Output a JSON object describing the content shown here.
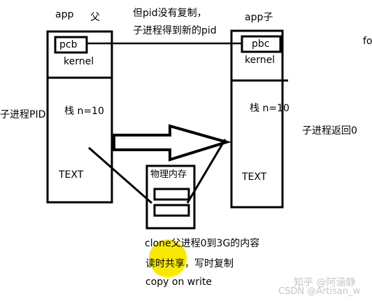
{
  "parent": {
    "title": "app",
    "label_fu": "父",
    "pcb": "pcb",
    "kernel": "kernel",
    "pid_note": "子进程PID",
    "stack": "栈 n=10",
    "text": "TEXT"
  },
  "child": {
    "title": "app子",
    "pcb": "pbc",
    "kernel": "kernel",
    "stack": "栈 n=10",
    "return_note": "子进程返回0",
    "text": "TEXT"
  },
  "notes": {
    "pid_line1": "但pid没有复制，",
    "pid_line2": "子进程得到新的pid",
    "clone": "clone父进程0到3G的内容",
    "cow_cn": "读时共享，写时复制",
    "cow_en": "copy on write"
  },
  "physical_memory": {
    "label": "物理内存"
  },
  "edge_text": "fo",
  "watermarks": {
    "zhihu": "知乎 @阿涵静",
    "csdn": "CSDN @Artisan_w"
  },
  "colors": {
    "ink": "#000000",
    "highlight": "#f7ea00",
    "watermark": "#c6c6c6"
  }
}
